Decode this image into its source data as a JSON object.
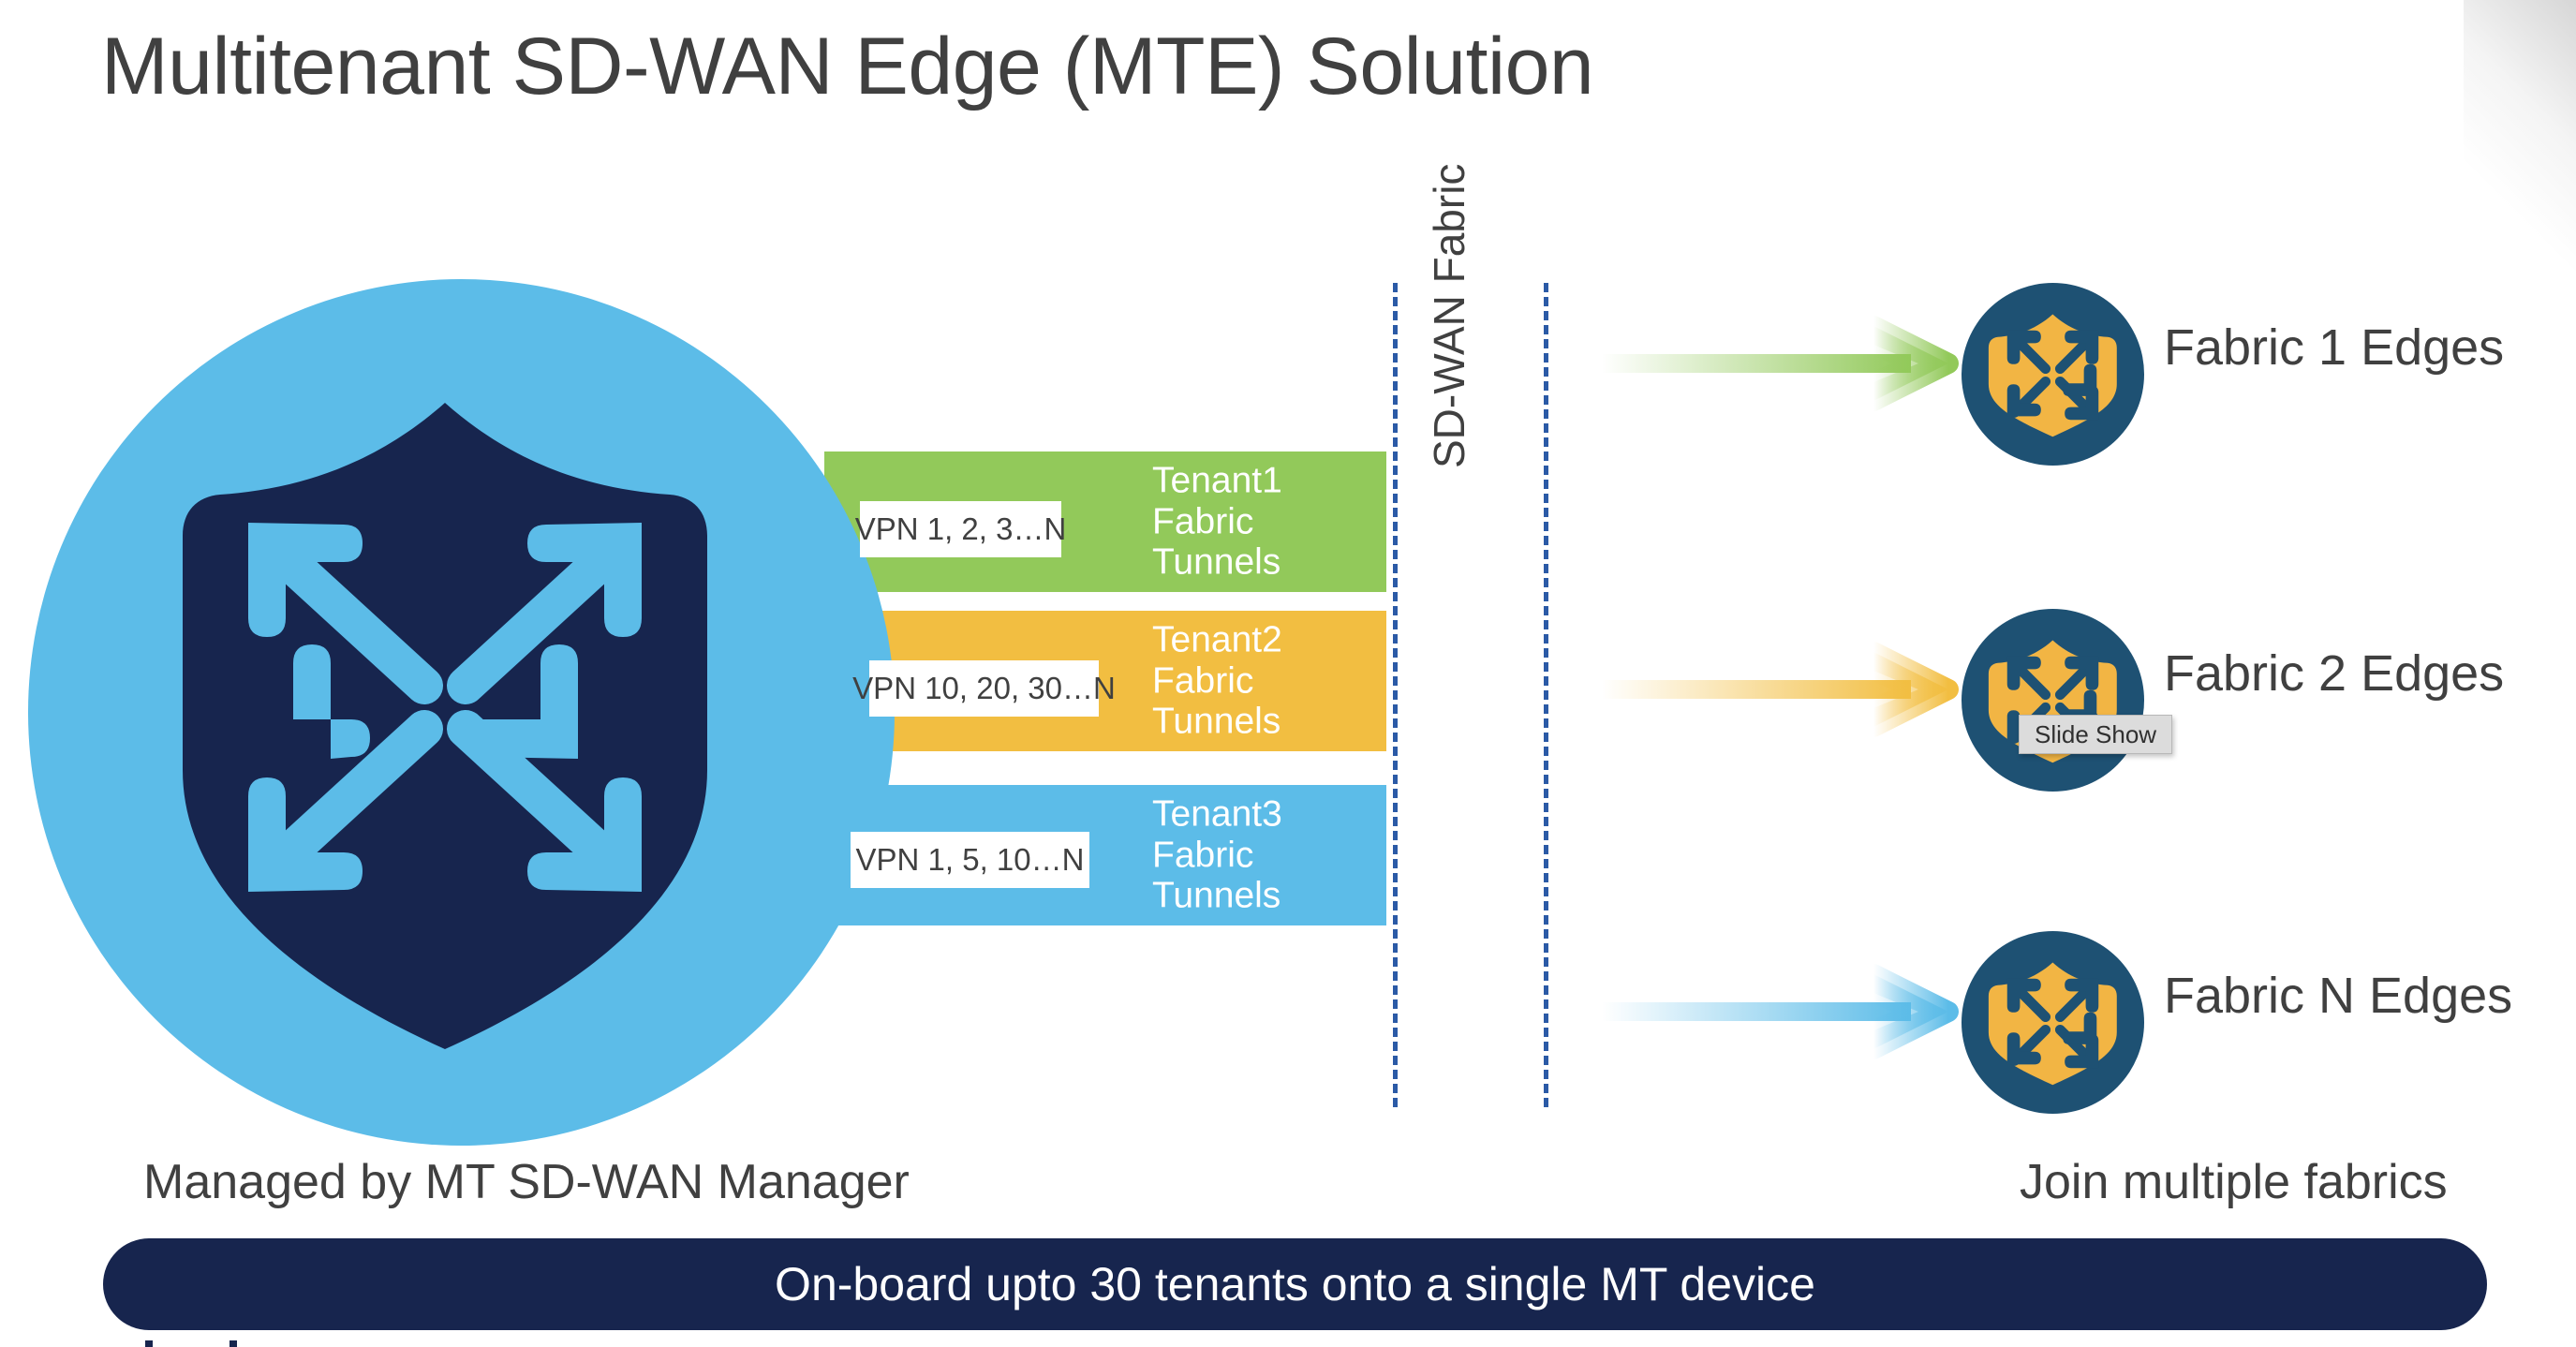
{
  "slide": {
    "title": "Multitenant SD-WAN Edge (MTE) Solution",
    "background_color": "#FFFFFF"
  },
  "mte_device": {
    "icon_name": "sdwan-shield-arrows-icon",
    "circle_color": "#5CBCE8",
    "shield_color": "#17254E",
    "arrow_color": "#5CBCE8",
    "caption": "Managed by MT SD-WAN Manager"
  },
  "tenant_bars": [
    {
      "id": "tenant1",
      "vpn_chip": "VPN 1, 2, 3…N",
      "label": "Tenant1 Fabric Tunnels",
      "color": "#92C95A"
    },
    {
      "id": "tenant2",
      "vpn_chip": "VPN 10, 20, 30…N",
      "label": "Tenant2 Fabric Tunnels",
      "color": "#F2BE41"
    },
    {
      "id": "tenant3",
      "vpn_chip": "VPN 1, 5, 10…N",
      "label": "Tenant3 Fabric Tunnels",
      "color": "#5CBCE8"
    }
  ],
  "fabric": {
    "vertical_label": "SD-WAN Fabric",
    "divider_color": "#2B5AA6",
    "divider_style": "dashed"
  },
  "fabric_edges": [
    {
      "id": "fabric1",
      "label": "Fabric 1 Edges",
      "arrow_color": "#92C95A",
      "icon_name": "fabric-edge-shield-icon",
      "circle_color": "#1E5173",
      "shield_color": "#F2B544"
    },
    {
      "id": "fabric2",
      "label": "Fabric 2 Edges",
      "arrow_color": "#F2BE41",
      "icon_name": "fabric-edge-shield-icon",
      "circle_color": "#1E5173",
      "shield_color": "#F2B544"
    },
    {
      "id": "fabricN",
      "label": "Fabric N Edges",
      "arrow_color": "#5CBCE8",
      "icon_name": "fabric-edge-shield-icon",
      "circle_color": "#1E5173",
      "shield_color": "#F2B544"
    }
  ],
  "right_caption": "Join multiple fabrics",
  "banner": {
    "text": "On-board upto 30 tenants onto a single MT device",
    "background_color": "#17254E",
    "text_color": "#FFFFFF"
  },
  "tooltip": {
    "text": "Slide Show"
  }
}
